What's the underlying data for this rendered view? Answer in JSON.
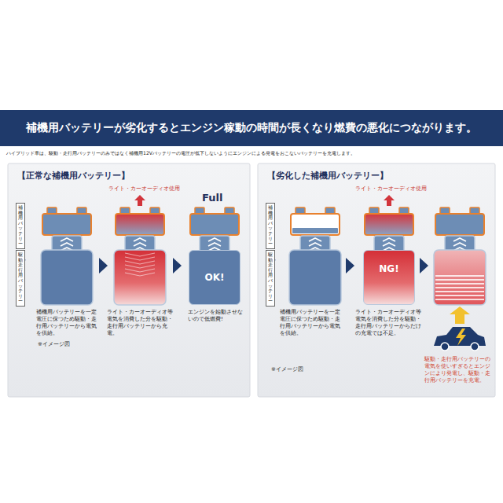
{
  "diagram": {
    "title": "補機用バッテリーが劣化するとエンジン稼動の時間が長くなり燃費の悪化につながります。",
    "nodes": [
      {
        "text": [
          "【正常な補機用バッテリー】"
        ]
      },
      {
        "text": [
          "補機用バッテリー"
        ],
        "in": 0
      },
      {
        "text": [
          "駆動・走行用バッテリー"
        ],
        "in": 0
      },
      {
        "text": [
          "OK!"
        ],
        "in": 0
      },
      {
        "text": [
          "【劣化した補機用バッテリー】"
        ]
      },
      {
        "text": [
          "補機用バッテリー"
        ],
        "in": 4
      },
      {
        "text": [
          "駆動・走行用バッテリー"
        ],
        "in": 4
      },
      {
        "text": [
          "NG!"
        ],
        "in": 4
      }
    ],
    "labels": [
      "ハイブリッド車は、駆動・走行用バッテリーのみではなく補機用12Vバッテリーの電圧が低下しないようにエンジンによる発電をおこないバッテリーを充電します。",
      "ライト・カーオーディオ使用",
      "Full",
      "補機用バッテリーを一定電圧に保つため駆動・走行用バッテリーから電気を供給。",
      "ライト・カーオーディオ等電気を消費した分を駆動・走行用バッテリーから充電。",
      "エンジンを始動させないので低燃費!",
      "※イメージ図",
      "ライト・カーオーディオ使用",
      "補機用バッテリーを一定電圧に保つため駆動・走行用バッテリーから電気を供給。",
      "ライト・カーオーディオ等電気を消費した分を駆動・走行用バッテリーからだけの充電では不足。",
      "駆動・走行用バッテリーの電気を使いすぎるとエンジンにより発電し、駆動・走行用バッテリーを充電。",
      "※イメージ図"
    ]
  }
}
